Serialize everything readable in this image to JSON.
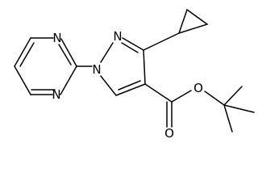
{
  "molecule": {
    "atoms": [
      {
        "id": "n_pyr_top",
        "label": "N"
      },
      {
        "id": "n_pyr_bottom",
        "label": "N"
      },
      {
        "id": "n1_pyrazole",
        "label": "N"
      },
      {
        "id": "n2_pyrazole",
        "label": "N"
      },
      {
        "id": "o_ester",
        "label": "O"
      },
      {
        "id": "o_carbonyl",
        "label": "O"
      }
    ]
  }
}
